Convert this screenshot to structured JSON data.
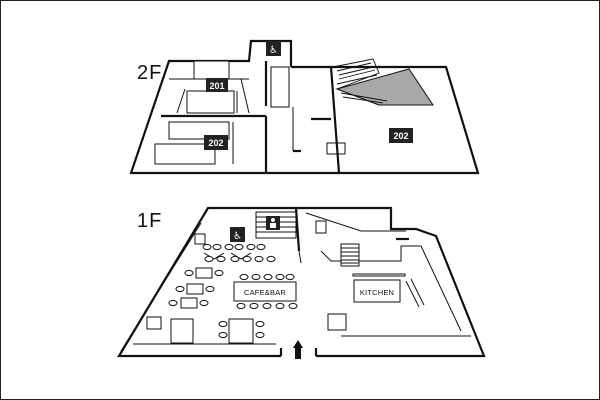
{
  "floors": {
    "second": {
      "label": "2F"
    },
    "first": {
      "label": "1F"
    }
  },
  "rooms": {
    "r201": "201",
    "r202_left": "202",
    "r202_right": "202"
  },
  "areas": {
    "cafe_bar": "CAFE&BAR",
    "kitchen": "KITCHEN"
  },
  "icons": {
    "restroom_2f": "restroom-icon",
    "restroom_1f": "restroom-icon",
    "elevator_1f": "elevator-icon",
    "entrance": "entrance-arrow-icon"
  },
  "colors": {
    "line": "#111111",
    "tag": "#222222",
    "shaded_void": "#a8a8a8"
  }
}
